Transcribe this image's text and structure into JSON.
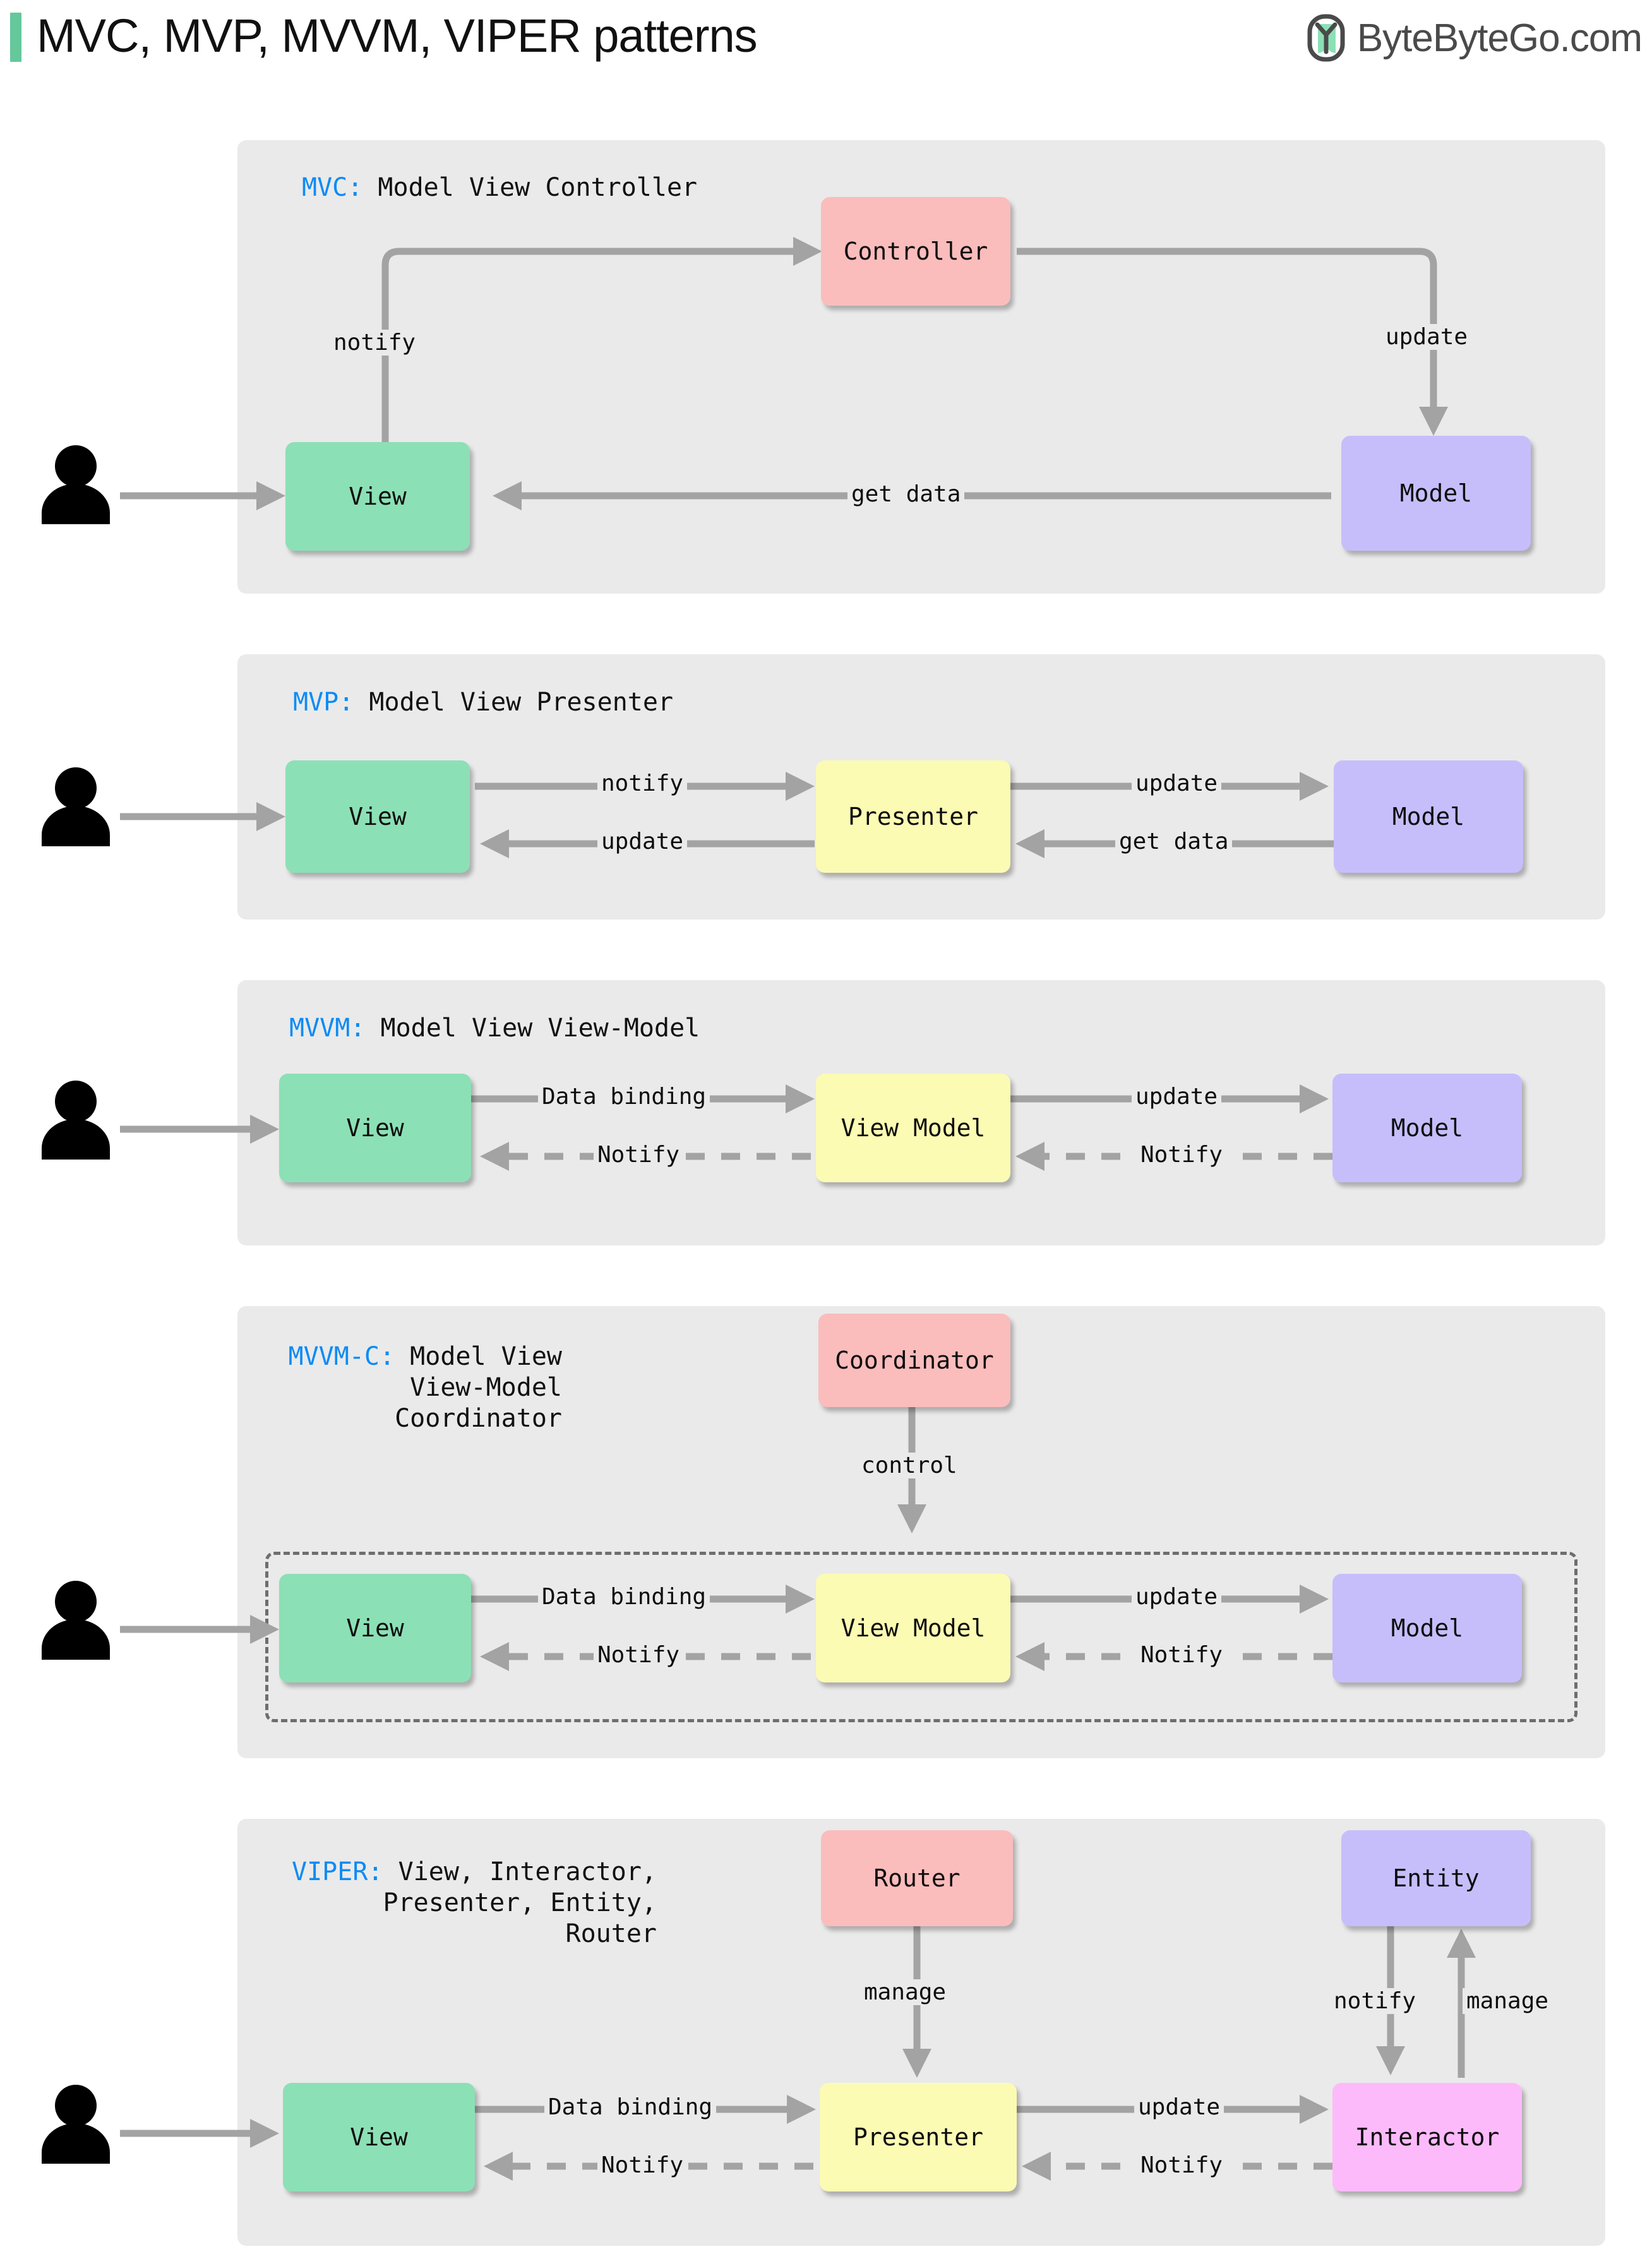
{
  "header": {
    "title": "MVC, MVP, MVVM, VIPER patterns",
    "brand_text": "ByteByteGo.com",
    "accent_color": "#64C89B",
    "title_color": "#111111",
    "brand_color": "#4A4A4A"
  },
  "palette": {
    "panel_bg": "#EAEAEA",
    "view": "#8CE0B6",
    "model": "#C6BEFB",
    "controller": "#FBBCBC",
    "presenter": "#FBFBB4",
    "interactor": "#FDBAFB",
    "arrow": "#A3A3A3",
    "key_blue": "#0D8BF5"
  },
  "sections": [
    {
      "id": "mvc",
      "key": "MVC:",
      "label_lines": [
        "Model View Controller"
      ],
      "nodes": [
        {
          "name": "View",
          "type": "view"
        },
        {
          "name": "Controller",
          "type": "controller"
        },
        {
          "name": "Model",
          "type": "model"
        }
      ],
      "edges": [
        {
          "label": "notify",
          "from": "View",
          "to": "Controller",
          "style": "solid"
        },
        {
          "label": "update",
          "from": "Controller",
          "to": "Model",
          "style": "solid"
        },
        {
          "label": "get data",
          "from": "Model",
          "to": "View",
          "style": "solid"
        }
      ]
    },
    {
      "id": "mvp",
      "key": "MVP:",
      "label_lines": [
        "Model View Presenter"
      ],
      "nodes": [
        {
          "name": "View",
          "type": "view"
        },
        {
          "name": "Presenter",
          "type": "presenter"
        },
        {
          "name": "Model",
          "type": "model"
        }
      ],
      "edges": [
        {
          "label": "notify",
          "from": "View",
          "to": "Presenter",
          "style": "solid"
        },
        {
          "label": "update",
          "from": "Presenter",
          "to": "View",
          "style": "solid"
        },
        {
          "label": "update",
          "from": "Presenter",
          "to": "Model",
          "style": "solid"
        },
        {
          "label": "get data",
          "from": "Model",
          "to": "Presenter",
          "style": "solid"
        }
      ]
    },
    {
      "id": "mvvm",
      "key": "MVVM:",
      "label_lines": [
        "Model View View-Model"
      ],
      "nodes": [
        {
          "name": "View",
          "type": "view"
        },
        {
          "name": "View Model",
          "type": "presenter"
        },
        {
          "name": "Model",
          "type": "model"
        }
      ],
      "edges": [
        {
          "label": "Data binding",
          "from": "View",
          "to": "View Model",
          "style": "solid"
        },
        {
          "label": "Notify",
          "from": "View Model",
          "to": "View",
          "style": "dashed"
        },
        {
          "label": "update",
          "from": "View Model",
          "to": "Model",
          "style": "solid"
        },
        {
          "label": "Notify",
          "from": "Model",
          "to": "View Model",
          "style": "dashed"
        }
      ]
    },
    {
      "id": "mvvmc",
      "key": "MVVM-C:",
      "label_lines": [
        "Model View",
        "View-Model",
        "Coordinator"
      ],
      "nodes": [
        {
          "name": "Coordinator",
          "type": "controller"
        },
        {
          "name": "View",
          "type": "view"
        },
        {
          "name": "View Model",
          "type": "presenter"
        },
        {
          "name": "Model",
          "type": "model"
        }
      ],
      "edges": [
        {
          "label": "control",
          "from": "Coordinator",
          "to": "View Model",
          "style": "solid"
        },
        {
          "label": "Data binding",
          "from": "View",
          "to": "View Model",
          "style": "solid"
        },
        {
          "label": "Notify",
          "from": "View Model",
          "to": "View",
          "style": "dashed"
        },
        {
          "label": "update",
          "from": "View Model",
          "to": "Model",
          "style": "solid"
        },
        {
          "label": "Notify",
          "from": "Model",
          "to": "View Model",
          "style": "dashed"
        }
      ]
    },
    {
      "id": "viper",
      "key": "VIPER:",
      "label_lines": [
        "View, Interactor,",
        "Presenter, Entity,",
        "Router"
      ],
      "nodes": [
        {
          "name": "Router",
          "type": "controller"
        },
        {
          "name": "Entity",
          "type": "model"
        },
        {
          "name": "View",
          "type": "view"
        },
        {
          "name": "Presenter",
          "type": "presenter"
        },
        {
          "name": "Interactor",
          "type": "interactor"
        }
      ],
      "edges": [
        {
          "label": "manage",
          "from": "Router",
          "to": "Presenter",
          "style": "solid"
        },
        {
          "label": "notify",
          "from": "Entity",
          "to": "Interactor",
          "style": "solid"
        },
        {
          "label": "manage",
          "from": "Interactor",
          "to": "Entity",
          "style": "solid"
        },
        {
          "label": "Data binding",
          "from": "View",
          "to": "Presenter",
          "style": "solid"
        },
        {
          "label": "Notify",
          "from": "Presenter",
          "to": "View",
          "style": "dashed"
        },
        {
          "label": "update",
          "from": "Presenter",
          "to": "Interactor",
          "style": "solid"
        },
        {
          "label": "Notify",
          "from": "Interactor",
          "to": "Presenter",
          "style": "dashed"
        }
      ]
    }
  ],
  "labels": {
    "mvc": {
      "key": "MVC:",
      "rest": " Model View Controller",
      "view": "View",
      "controller": "Controller",
      "model": "Model",
      "notify": "notify",
      "update": "update",
      "get_data": "get data"
    },
    "mvp": {
      "key": "MVP:",
      "rest": " Model View Presenter",
      "view": "View",
      "presenter": "Presenter",
      "model": "Model",
      "notify": "notify",
      "update_left": "update",
      "update_right": "update",
      "get_data": "get data"
    },
    "mvvm": {
      "key": "MVVM:",
      "rest": " Model View View-Model",
      "view": "View",
      "viewmodel": "View Model",
      "model": "Model",
      "data_binding": "Data binding",
      "notify_left": "Notify",
      "update": "update",
      "notify_right": "Notify"
    },
    "mvvmc": {
      "key": "MVVM-C:",
      "rest": " Model View",
      "line2": "View-Model",
      "line3": "Coordinator",
      "coordinator": "Coordinator",
      "view": "View",
      "viewmodel": "View Model",
      "model": "Model",
      "control": "control",
      "data_binding": "Data binding",
      "notify_left": "Notify",
      "update": "update",
      "notify_right": "Notify"
    },
    "viper": {
      "key": "VIPER:",
      "rest": " View, Interactor,",
      "line2": "Presenter, Entity,",
      "line3": "Router",
      "router": "Router",
      "entity": "Entity",
      "view": "View",
      "presenter": "Presenter",
      "interactor": "Interactor",
      "manage_router": "manage",
      "notify_entity": "notify",
      "manage_entity": "manage",
      "data_binding": "Data binding",
      "notify_left": "Notify",
      "update": "update",
      "notify_right": "Notify"
    }
  }
}
